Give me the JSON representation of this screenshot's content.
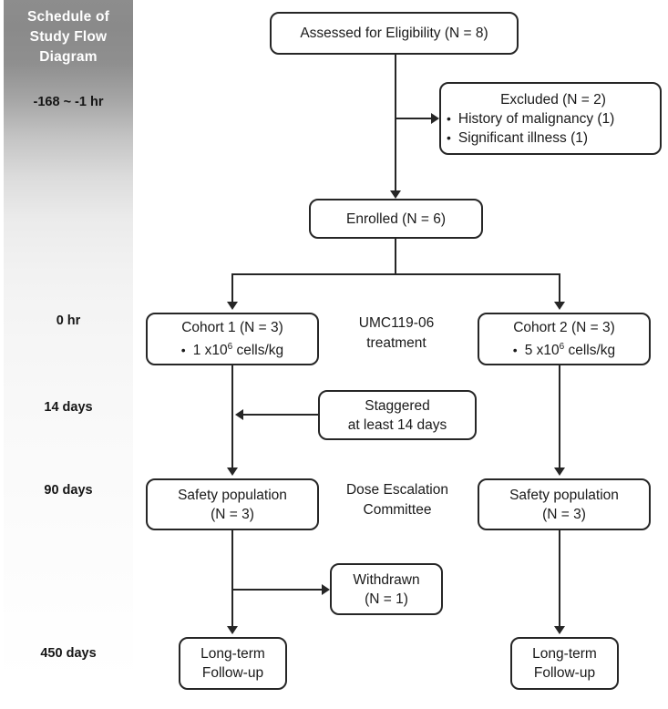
{
  "schedule": {
    "title": "Schedule of Study Flow Diagram",
    "title_lines": [
      "Schedule  of",
      "Study Flow",
      "Diagram"
    ],
    "labels": [
      {
        "id": "pre",
        "text": "-168 ~ -1 hr"
      },
      {
        "id": "0hr",
        "text": "0 hr"
      },
      {
        "id": "14d",
        "text": "14 days"
      },
      {
        "id": "90d",
        "text": "90 days"
      },
      {
        "id": "450d",
        "text": "450 days"
      }
    ]
  },
  "flow": {
    "assessed": {
      "text": "Assessed for Eligibility (N = 8)"
    },
    "excluded": {
      "title": "Excluded (N = 2)",
      "bullets": [
        "History of malignancy (1)",
        "Significant illness (1)"
      ],
      "bullet_glyph": "•"
    },
    "enrolled": {
      "text": "Enrolled (N = 6)"
    },
    "cohort1": {
      "title": "Cohort 1 (N = 3)",
      "dose_prefix": "1 x10",
      "dose_exp": "6",
      "dose_suffix": " cells/kg",
      "bullet_glyph": "•"
    },
    "cohort2": {
      "title": "Cohort 2 (N = 3)",
      "dose_prefix": "5 x10",
      "dose_exp": "6",
      "dose_suffix": " cells/kg",
      "bullet_glyph": "•"
    },
    "treatment_label": {
      "line1": "UMC119-06",
      "line2": "treatment"
    },
    "staggered": {
      "line1": "Staggered",
      "line2": "at least 14 days"
    },
    "safety1": {
      "line1": "Safety population",
      "line2": "(N = 3)"
    },
    "safety2": {
      "line1": "Safety population",
      "line2": "(N = 3)"
    },
    "dec_label": {
      "line1": "Dose Escalation",
      "line2": "Committee"
    },
    "withdrawn": {
      "line1": "Withdrawn",
      "line2": "(N = 1)"
    },
    "ltfu1": {
      "line1": "Long-term",
      "line2": "Follow-up"
    },
    "ltfu2": {
      "line1": "Long-term",
      "line2": "Follow-up"
    }
  },
  "style": {
    "line_color": "#262626",
    "box_border": "#262626",
    "text_color": "#1a1a1a",
    "sidebar_top": "#8d8d8d",
    "sidebar_bottom": "#ffffff",
    "title_color": "#ffffff"
  }
}
